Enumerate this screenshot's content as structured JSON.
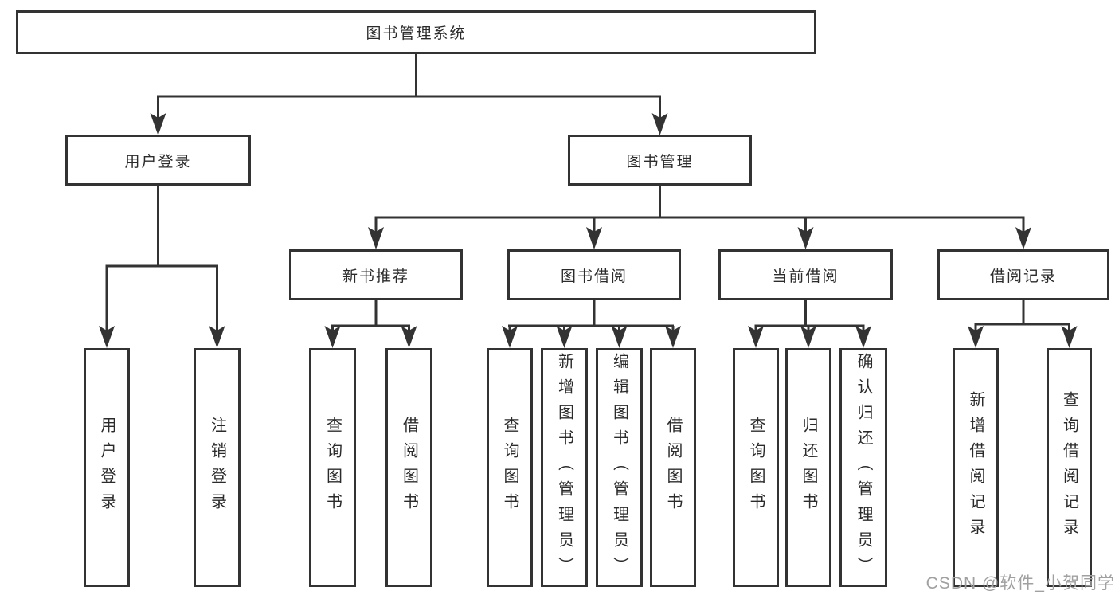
{
  "tree": {
    "root": "图书管理系统",
    "level1": [
      "用户登录",
      "图书管理"
    ],
    "level2": [
      "新书推荐",
      "图书借阅",
      "当前借阅",
      "借阅记录"
    ],
    "leaves": {
      "user_login": [
        "用户登录",
        "注销登录"
      ],
      "new_book_recommend": [
        "查询图书",
        "借阅图书"
      ],
      "book_borrow": [
        "查询图书",
        "新增图书（管理员）",
        "编辑图书（管理员）",
        "借阅图书"
      ],
      "current_borrow": [
        "查询图书",
        "归还图书",
        "确认归还（管理员）"
      ],
      "borrow_records": [
        "新增借阅记录",
        "查询借阅记录"
      ]
    }
  },
  "watermark": "CSDN @软件_小贺同学",
  "colors": {
    "line": "#333333",
    "text": "#2b2b2b",
    "background": "#ffffff",
    "watermark": "#a0a0a0"
  }
}
